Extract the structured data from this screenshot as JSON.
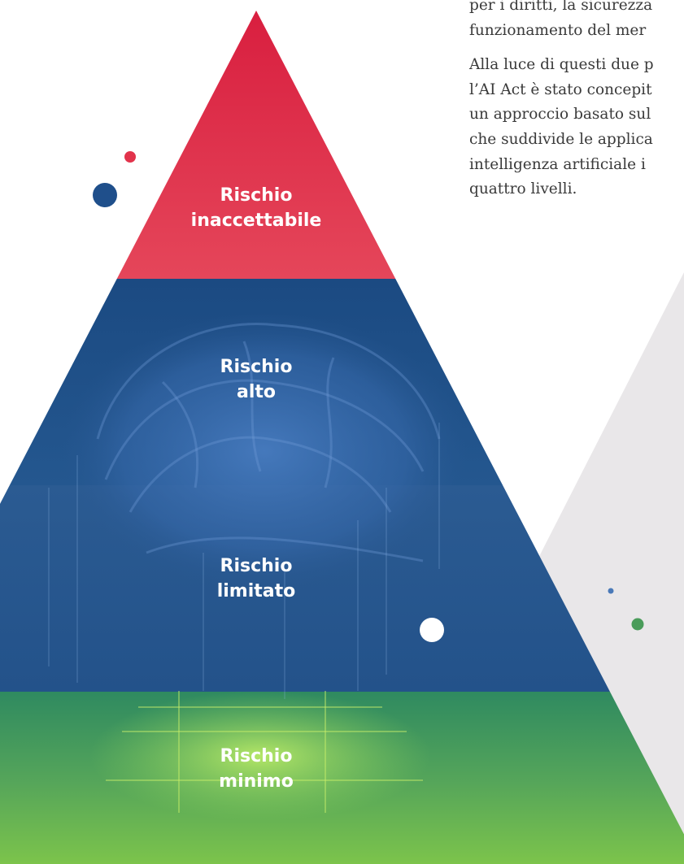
{
  "text_block": {
    "paragraph1": [
      "per i diritti, la sicurezza",
      "funzionamento del mer"
    ],
    "paragraph2": [
      "Alla luce di questi due p",
      "l’AI Act è stato concepit",
      "un approccio basato sul",
      "che suddivide le applica",
      "intelligenza artificiale i",
      "quattro livelli."
    ]
  },
  "pyramid": {
    "tiers": [
      {
        "line1": "Rischio",
        "line2": "inaccettabile",
        "color": "#e2334b"
      },
      {
        "line1": "Rischio",
        "line2": "alto",
        "color": "#1d4f88"
      },
      {
        "line1": "Rischio",
        "line2": "limitato",
        "color": "#2a5a92"
      },
      {
        "line1": "Rischio",
        "line2": "minimo",
        "color": "#3e9a66"
      }
    ]
  },
  "colors": {
    "red": "#e2334b",
    "blue": "#1f4f8b",
    "green": "#4a9c5a",
    "light_gray": "#e9e7e9",
    "text": "#3a3a3a"
  }
}
